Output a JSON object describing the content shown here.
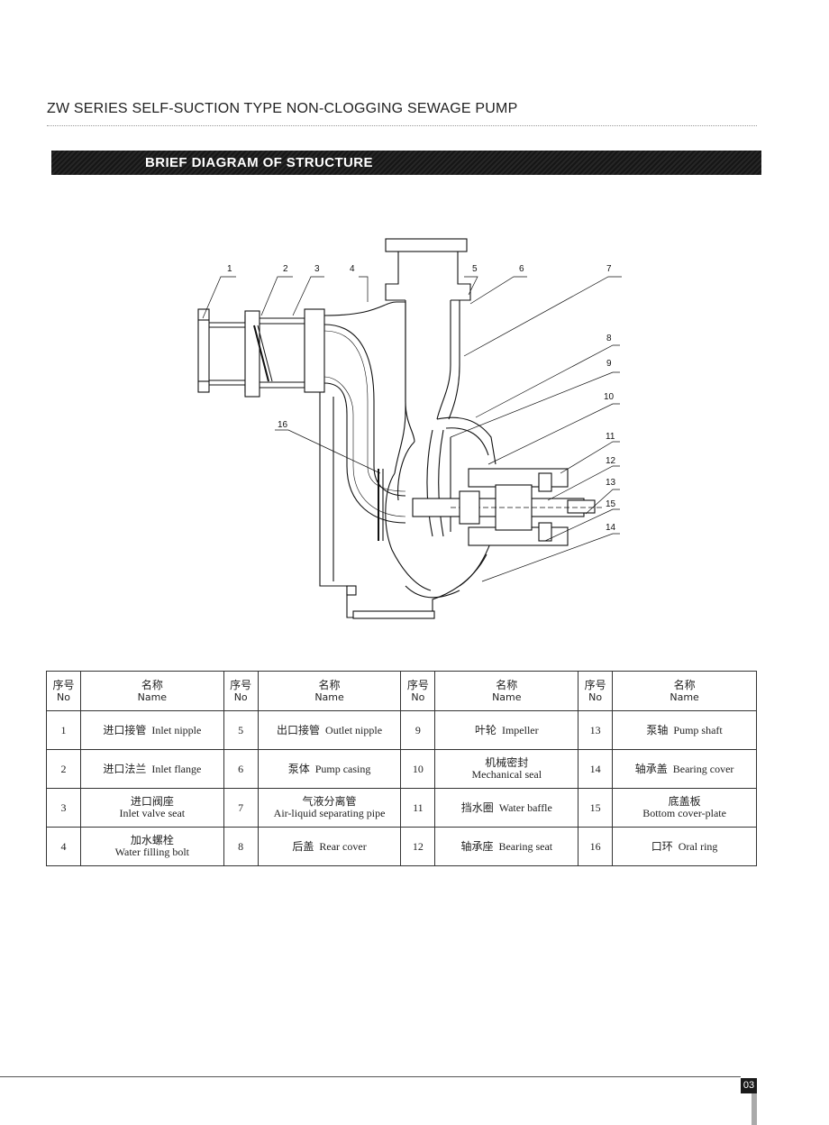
{
  "header": {
    "title": "ZW SERIES SELF-SUCTION TYPE NON-CLOGGING SEWAGE PUMP"
  },
  "section": {
    "title": "BRIEF DIAGRAM OF STRUCTURE"
  },
  "diagram": {
    "callouts": [
      "1",
      "2",
      "3",
      "4",
      "5",
      "6",
      "7",
      "8",
      "9",
      "10",
      "11",
      "12",
      "13",
      "15",
      "14",
      "16"
    ]
  },
  "table": {
    "headers": {
      "no_cn": "序号",
      "no_en": "No",
      "name_cn": "名称",
      "name_en": "Name"
    },
    "rows": [
      [
        {
          "no": "1",
          "cn": "进口接管",
          "en": "Inlet nipple"
        },
        {
          "no": "5",
          "cn": "出口接管",
          "en": "Outlet nipple"
        },
        {
          "no": "9",
          "cn": "叶轮",
          "en": "Impeller"
        },
        {
          "no": "13",
          "cn": "泵轴",
          "en": "Pump shaft"
        }
      ],
      [
        {
          "no": "2",
          "cn": "进口法兰",
          "en": "Inlet flange"
        },
        {
          "no": "6",
          "cn": "泵体",
          "en": "Pump casing"
        },
        {
          "no": "10",
          "cn": "机械密封",
          "en": "Mechanical seal"
        },
        {
          "no": "14",
          "cn": "轴承盖",
          "en": "Bearing cover"
        }
      ],
      [
        {
          "no": "3",
          "cn": "进口阀座",
          "en": "Inlet valve seat"
        },
        {
          "no": "7",
          "cn": "气液分离管",
          "en": "Air-liquid separating pipe"
        },
        {
          "no": "11",
          "cn": "挡水圈",
          "en": "Water baffle"
        },
        {
          "no": "15",
          "cn": "底盖板",
          "en": "Bottom cover-plate"
        }
      ],
      [
        {
          "no": "4",
          "cn": "加水螺栓",
          "en": "Water filling bolt"
        },
        {
          "no": "8",
          "cn": "后盖",
          "en": "Rear cover"
        },
        {
          "no": "12",
          "cn": "轴承座",
          "en": "Bearing seat"
        },
        {
          "no": "16",
          "cn": "口环",
          "en": "Oral ring"
        }
      ]
    ]
  },
  "footer": {
    "page_number": "03"
  }
}
